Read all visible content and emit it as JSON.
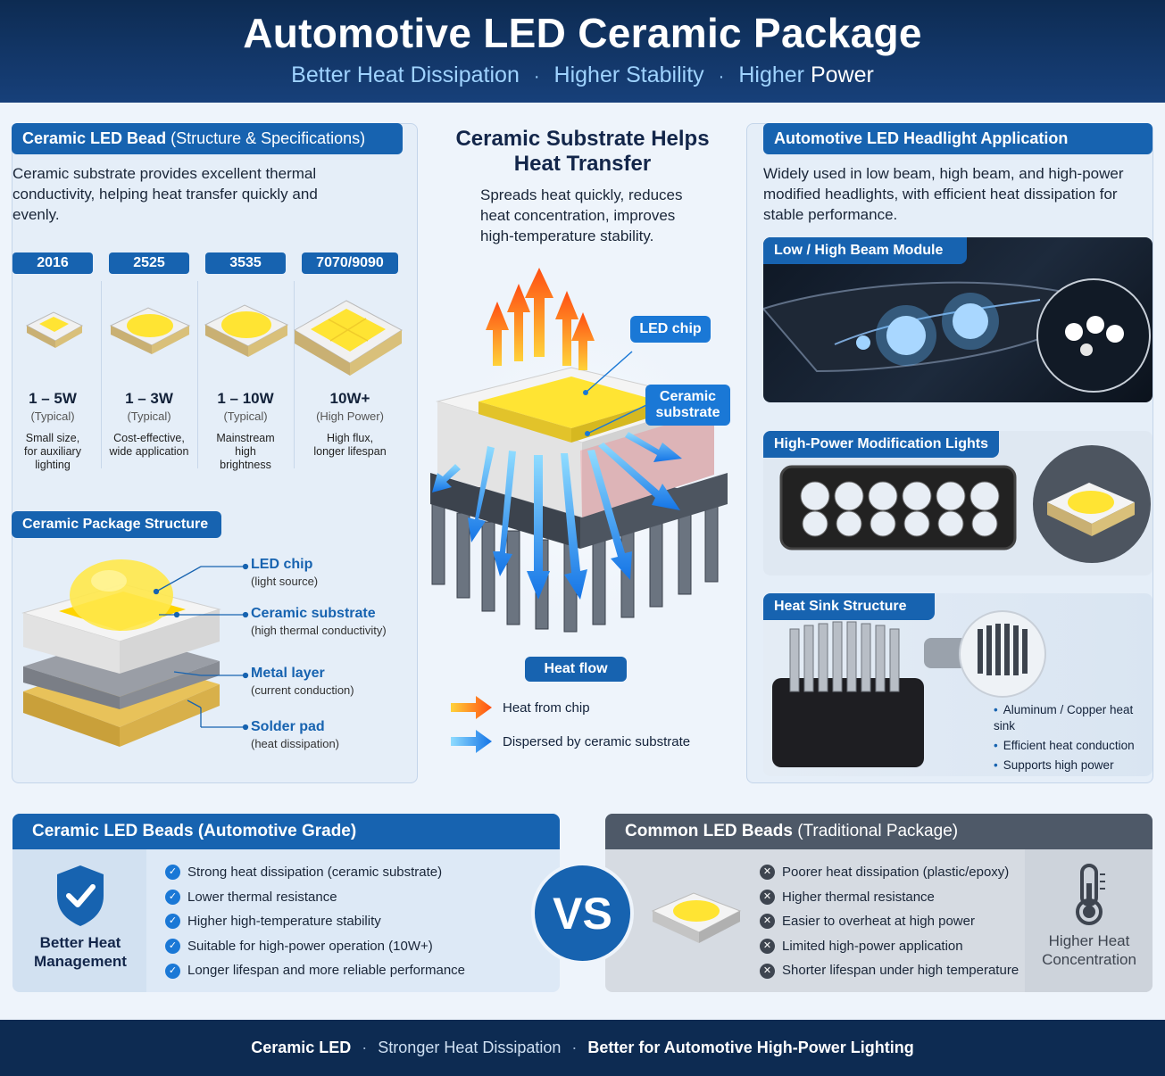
{
  "header": {
    "title": "Automotive LED Ceramic Package",
    "subtitle": [
      "Better Heat Dissipation",
      "Higher Stability",
      "Higher",
      "Power"
    ]
  },
  "left": {
    "title": "Ceramic LED Bead",
    "title_paren": "(Structure & Specifications)",
    "intro": "Ceramic substrate provides excellent thermal conductivity, helping heat transfer quickly and evenly.",
    "sizes": [
      {
        "tag": "2016",
        "watt": "1 – 5W",
        "note": "(Typical)",
        "desc": "Small size, for auxiliary lighting"
      },
      {
        "tag": "2525",
        "watt": "1 – 3W",
        "note": "(Typical)",
        "desc": "Cost-effective, wide application"
      },
      {
        "tag": "3535",
        "watt": "1 – 10W",
        "note": "(Typical)",
        "desc": "Mainstream high brightness"
      },
      {
        "tag": "7070/9090",
        "watt": "10W+",
        "note": "(High Power)",
        "desc": "High flux, longer lifespan"
      }
    ],
    "structure_title": "Ceramic Package Structure",
    "layers": [
      {
        "name": "LED chip",
        "note": "(light source)"
      },
      {
        "name": "Ceramic substrate",
        "note": "(high thermal conductivity)"
      },
      {
        "name": "Metal layer",
        "note": "(current conduction)"
      },
      {
        "name": "Solder pad",
        "note": "(heat dissipation)"
      }
    ]
  },
  "center": {
    "title": "Ceramic Substrate Helps Heat Transfer",
    "desc": "Spreads heat quickly, reduces heat concentration, improves high-temperature stability.",
    "callout_chip": "LED chip",
    "callout_substrate": "Ceramic substrate",
    "heat_flow": "Heat flow",
    "legend_hot": "Heat from chip",
    "legend_cool": "Dispersed by ceramic substrate"
  },
  "right": {
    "title": "Automotive LED Headlight Application",
    "intro": "Widely used in low beam, high beam, and high-power modified headlights, with efficient heat dissipation for stable performance.",
    "card1": "Low / High Beam Module",
    "card2": "High-Power Modification Lights",
    "card3": "Heat Sink Structure",
    "bullets": [
      "Aluminum / Copper heat sink",
      "Efficient heat conduction",
      "Supports high power"
    ]
  },
  "compare": {
    "ceramic_title": "Ceramic LED Beads (Automotive Grade)",
    "ceramic_badge": "Better Heat Management",
    "ceramic_pros": [
      "Strong heat dissipation (ceramic substrate)",
      "Lower thermal resistance",
      "Higher high-temperature stability",
      "Suitable for high-power operation (10W+)",
      "Longer lifespan and more reliable performance"
    ],
    "vs": "VS",
    "common_title": "Common LED Beads",
    "common_title_paren": "(Traditional Package)",
    "common_cons": [
      "Poorer heat dissipation (plastic/epoxy)",
      "Higher thermal resistance",
      "Easier to overheat at high power",
      "Limited high-power application",
      "Shorter lifespan under high temperature"
    ],
    "common_badge": "Higher Heat Concentration"
  },
  "footer": {
    "a": "Ceramic LED",
    "b": "Stronger Heat Dissipation",
    "c": "Better for Automotive High-Power Lighting"
  },
  "colors": {
    "primary": "#1763b0",
    "navy": "#0d2b52",
    "accent_yellow": "#ffe433",
    "heat_orange": "#ff6a1a",
    "cool_blue": "#2aa8ff"
  }
}
